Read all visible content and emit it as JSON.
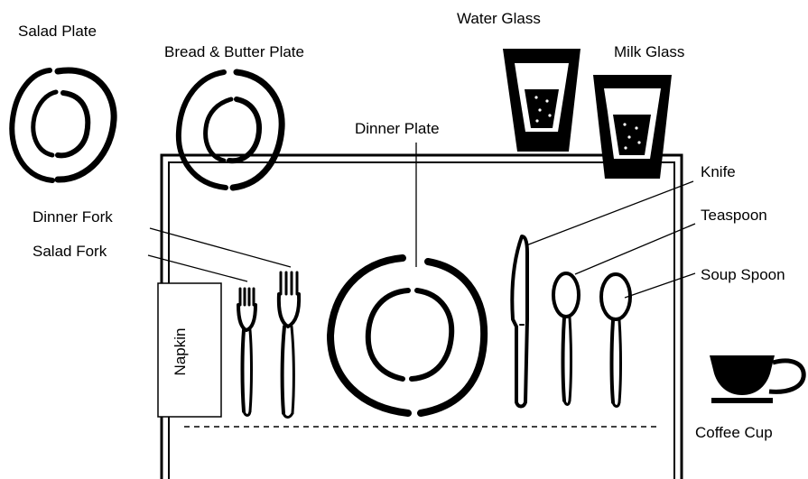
{
  "labels": {
    "salad_plate": "Salad Plate",
    "bread_butter_plate": "Bread & Butter Plate",
    "water_glass": "Water Glass",
    "milk_glass": "Milk Glass",
    "dinner_plate": "Dinner Plate",
    "knife": "Knife",
    "teaspoon": "Teaspoon",
    "dinner_fork": "Dinner Fork",
    "salad_fork": "Salad Fork",
    "soup_spoon": "Soup Spoon",
    "napkin": "Napkin",
    "coffee_cup": "Coffee Cup"
  }
}
